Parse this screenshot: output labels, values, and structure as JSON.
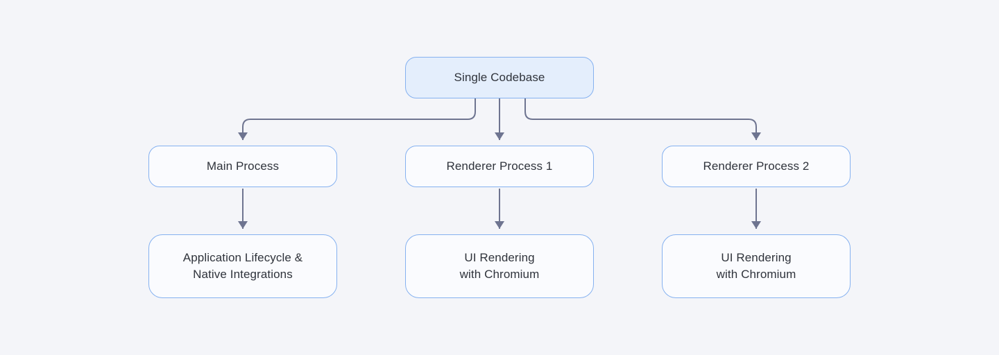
{
  "diagram": {
    "nodes": {
      "root": {
        "label": "Single Codebase"
      },
      "main_process": {
        "label": "Main Process"
      },
      "renderer_process_1": {
        "label": "Renderer Process 1"
      },
      "renderer_process_2": {
        "label": "Renderer Process 2"
      },
      "main_child": {
        "line1": "Application Lifecycle &",
        "line2": "Native Integrations"
      },
      "renderer1_child": {
        "line1": "UI Rendering",
        "line2": "with Chromium"
      },
      "renderer2_child": {
        "line1": "UI Rendering",
        "line2": "with Chromium"
      }
    },
    "colors": {
      "background": "#f4f5f9",
      "node_border": "#85b1f0",
      "root_fill": "#e4eefc",
      "node_fill": "#fafbfe",
      "arrow": "#6e7490",
      "text": "#2f333b"
    }
  }
}
